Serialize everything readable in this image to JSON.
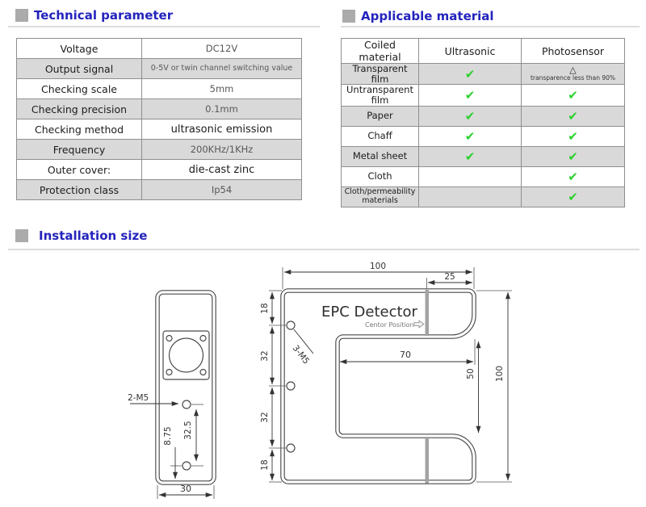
{
  "headers": {
    "technical": "Technical parameter",
    "applicable": "Applicable material",
    "installation": "Installation size"
  },
  "technical_table": {
    "rows": [
      {
        "label": "Voltage",
        "value": "DC12V"
      },
      {
        "label": "Output signal",
        "value": "0-5V or twin channel switching value"
      },
      {
        "label": "Checking scale",
        "value": "5mm"
      },
      {
        "label": "Checking precision",
        "value": "0.1mm"
      },
      {
        "label": "Checking method",
        "value": "ultrasonic emission"
      },
      {
        "label": "Frequency",
        "value": "200KHz/1KHz"
      },
      {
        "label": "Outer cover:",
        "value": "die-cast zinc"
      },
      {
        "label": "Protection class",
        "value": "Ip54"
      }
    ]
  },
  "applicable_table": {
    "columns": [
      "Coiled material",
      "Ultrasonic",
      "Photosensor"
    ],
    "check_symbol": "✔",
    "triangle_symbol": "△",
    "rows": [
      {
        "material": "Transparent film",
        "ultrasonic": "check",
        "photosensor": "triangle",
        "note": "transparence less than 90%"
      },
      {
        "material": "Untransparent film",
        "ultrasonic": "check",
        "photosensor": "check"
      },
      {
        "material": "Paper",
        "ultrasonic": "check",
        "photosensor": "check"
      },
      {
        "material": "Chaff",
        "ultrasonic": "check",
        "photosensor": "check"
      },
      {
        "material": "Metal sheet",
        "ultrasonic": "check",
        "photosensor": "check"
      },
      {
        "material": "Cloth",
        "ultrasonic": "",
        "photosensor": "check"
      },
      {
        "material": "Cloth/permeability materials",
        "ultrasonic": "",
        "photosensor": "check"
      }
    ]
  },
  "installation_drawing": {
    "side_view": {
      "bolt_label": "2-M5",
      "hole_spacing": "32.5",
      "bottom_offset": "8.75",
      "width": "30"
    },
    "front_view": {
      "title": "EPC Detector",
      "center_label": "Centor Position",
      "bolt_label": "3-M5",
      "width_top": "100",
      "cap_width": "25",
      "left_dims": [
        "18",
        "32",
        "32",
        "18"
      ],
      "slot_depth": "70",
      "slot_height": "50",
      "height_right": "100"
    }
  },
  "colors": {
    "accent_blue": "#2424bd",
    "bullet_gray": "#ababab",
    "row_alt_gray": "#d9d9d9",
    "table_border": "#8f8f8f",
    "check_green": "#2bd12b",
    "drawing_line": "#4a4a4a"
  }
}
